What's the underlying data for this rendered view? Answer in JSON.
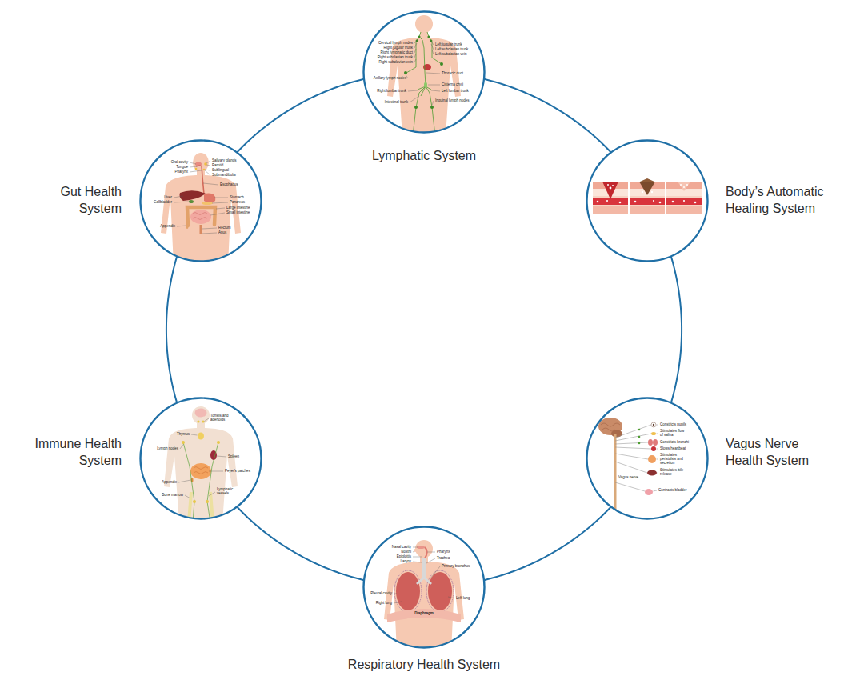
{
  "diagram": {
    "nodes": [
      {
        "text": [
          "Lymphatic System"
        ]
      },
      {
        "text": [
          "Gut Health System"
        ]
      },
      {
        "text": [
          "Body’s Automatic Healing System"
        ]
      },
      {
        "text": [
          "Immune Health System"
        ]
      },
      {
        "text": [
          "Vagus Nerve Health System"
        ]
      },
      {
        "text": [
          "Respiratory Health System"
        ]
      }
    ],
    "edges": [
      {
        "from": 0,
        "to": 2,
        "arrow": "none"
      },
      {
        "from": 2,
        "to": 4,
        "arrow": "none"
      },
      {
        "from": 4,
        "to": 5,
        "arrow": "none"
      },
      {
        "from": 5,
        "to": 3,
        "arrow": "none"
      },
      {
        "from": 3,
        "to": 1,
        "arrow": "none"
      },
      {
        "from": 1,
        "to": 0,
        "arrow": "none"
      }
    ],
    "labels": [
      "Cervical lymph nodes",
      "Right jugular trunk",
      "Right lymphatic duct",
      "Right subclavian trunk",
      "Right subclavian vein",
      "Axillary lymph nodes",
      "Left jugular trunk",
      "Left subclavian trunk",
      "Left subclavian vein",
      "Thoracic duct",
      "Cisterna chyli",
      "Left lumbar trunk",
      "Right lumbar trunk",
      "Inguinal lymph nodes",
      "Intestinal trunk",
      "Oral cavity",
      "Tongue",
      "Pharynx",
      "Salivary glands",
      "Parotid",
      "Sublingual",
      "Submandibular",
      "Esophagus",
      "Liver",
      "Gallbladder",
      "Stomach",
      "Pancreas",
      "Large intestine",
      "Small intestine",
      "Appendix",
      "Rectum",
      "Anus",
      "Tonsils and adenoids",
      "Thymus",
      "Lymph nodes",
      "Spleen",
      "Peyer's patches",
      "Appendix",
      "Bone marrow",
      "Lymphatic vessels",
      "Constricts pupils",
      "Stimulates flow of saliva",
      "Constricts bronchi",
      "Slows heartbeat",
      "Stimulates peristalsis and secretion",
      "Stimulates bile release",
      "Contracts bladder",
      "Vagus nerve",
      "Nasal cavity",
      "Nostril",
      "Epiglottis",
      "Larynx",
      "Pharynx",
      "Trachea",
      "Primary bronchus",
      "Pleural cavity",
      "Right lung",
      "Left lung",
      "Diaphragm"
    ]
  }
}
